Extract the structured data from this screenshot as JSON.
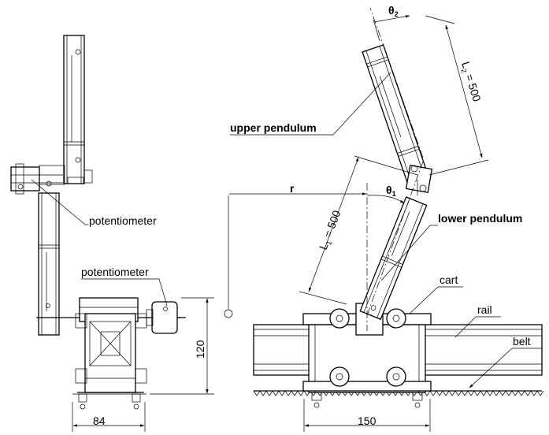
{
  "labels": {
    "potentiometer_side": "potentiometer",
    "potentiometer_front": "potentiometer",
    "upper_pendulum": "upper pendulum",
    "lower_pendulum": "lower pendulum",
    "cart": "cart",
    "rail": "rail",
    "belt": "belt",
    "r": "r",
    "theta1": "θ",
    "theta1_sub": "1",
    "theta2": "θ",
    "theta2_sub": "2"
  },
  "dimensions": {
    "width_84": "84",
    "height_120": "120",
    "width_150": "150",
    "L1": "L",
    "L1_sub": "1",
    "L1_value": " = 500",
    "L2": "L",
    "L2_sub": "2",
    "L2_value": " = 500"
  }
}
